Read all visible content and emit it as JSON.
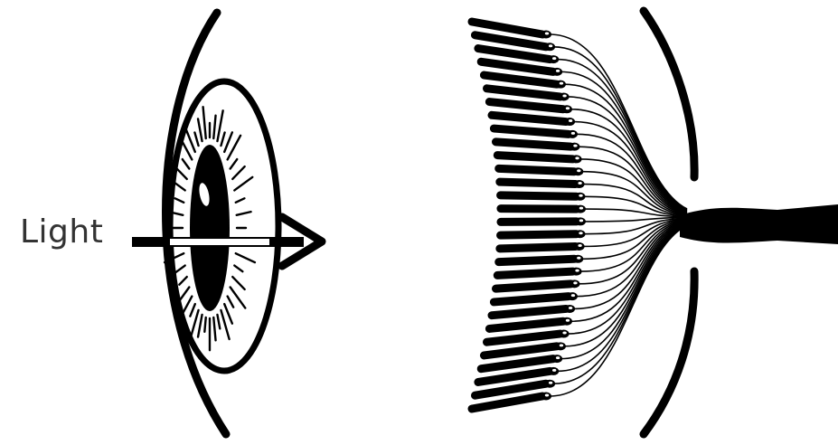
{
  "diagram": {
    "labels": {
      "light": "Light"
    },
    "colors": {
      "ink": "#000000",
      "label": "#333333",
      "background": "#ffffff"
    },
    "parts": {
      "eye": "eye-lens-illustration",
      "retina": "photoreceptor-array",
      "nerve": "optic-nerve-bundle"
    }
  }
}
